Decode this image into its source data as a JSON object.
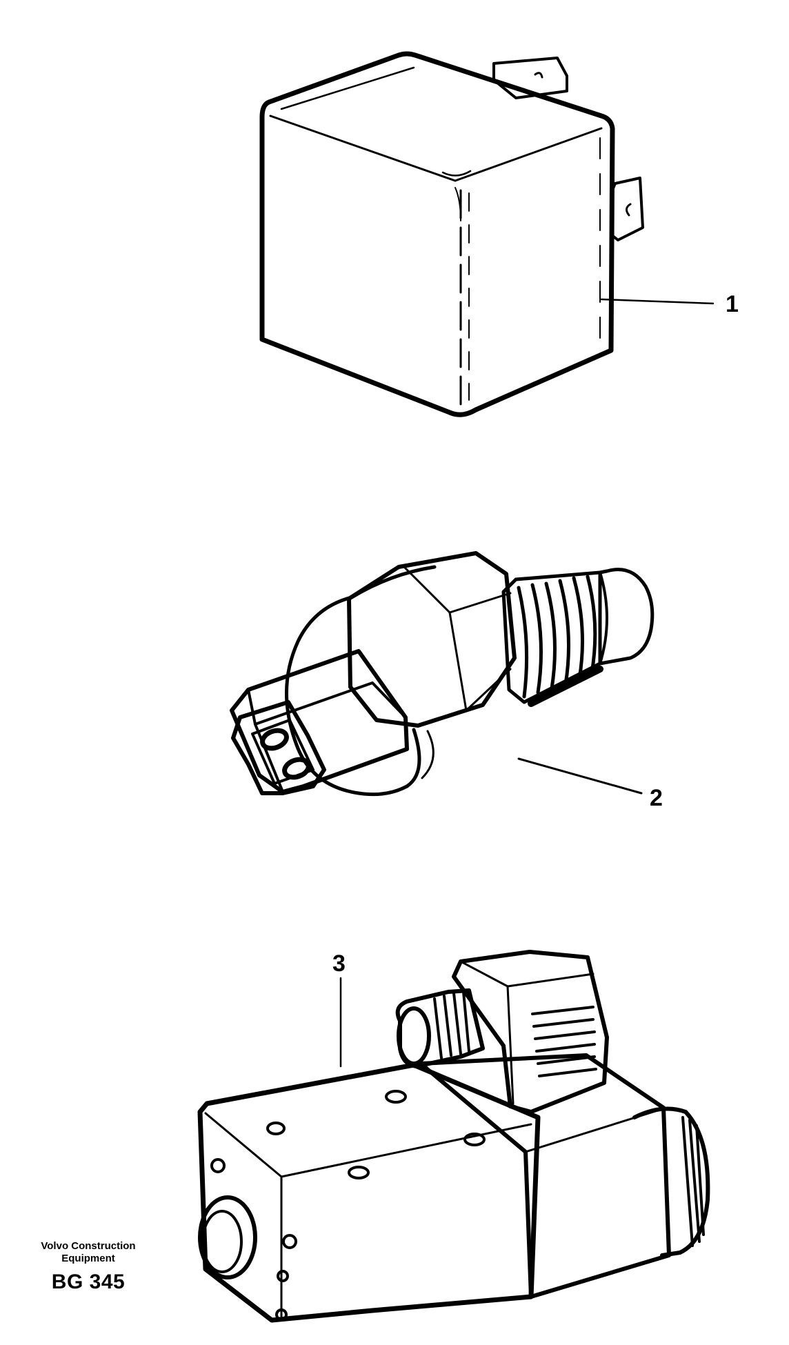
{
  "callouts": {
    "item1": "1",
    "item2": "2",
    "item3": "3"
  },
  "brand": {
    "line1": "Volvo Construction",
    "line2": "Equipment",
    "code": "BG 345"
  },
  "colors": {
    "ink": "#000000",
    "paper": "#ffffff"
  }
}
